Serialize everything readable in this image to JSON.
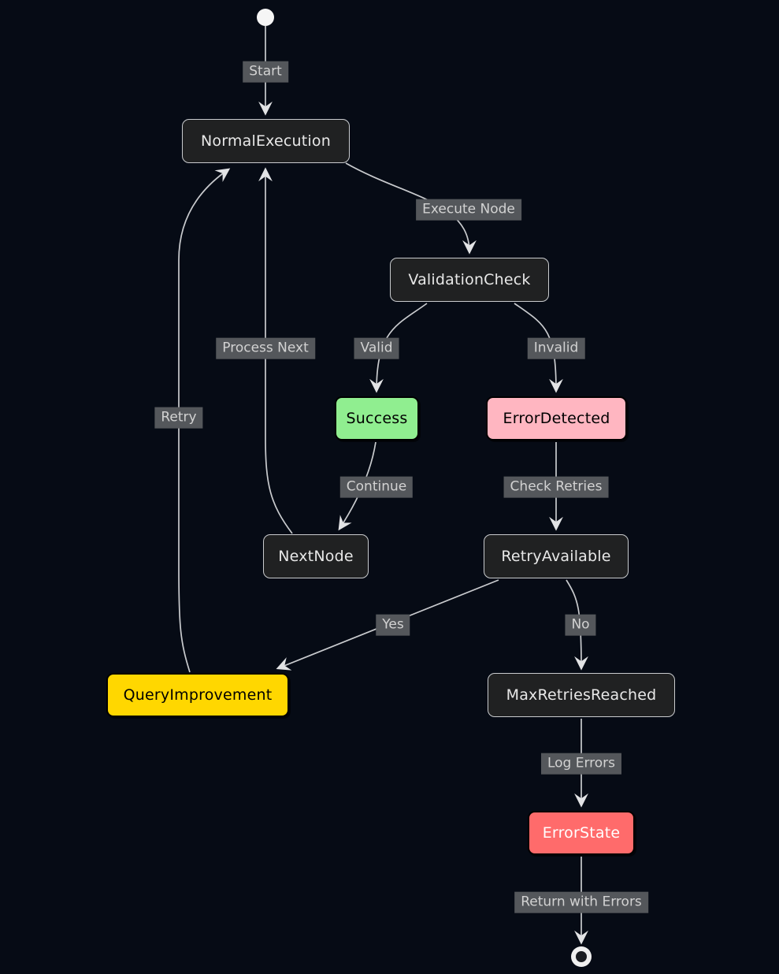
{
  "diagram": {
    "type": "state-flowchart",
    "background_color": "#060b15",
    "edge_color": "#c9cbce",
    "edge_label_style": {
      "background": "#54575b",
      "text_color": "#d2d2d2"
    },
    "terminals": {
      "start_marker": "initial-state-dot",
      "end_marker": "final-state-double-circle",
      "marker_color": "#f2f2f2"
    },
    "nodes": {
      "normal_execution": {
        "label": "NormalExecution",
        "fill": "#202122",
        "border": "#c9cbce",
        "text_color": "#e8e8e8"
      },
      "validation_check": {
        "label": "ValidationCheck",
        "fill": "#202122",
        "border": "#c9cbce",
        "text_color": "#e8e8e8"
      },
      "success": {
        "label": "Success",
        "fill": "#90EE90",
        "border": "#000000",
        "text_color": "#000000"
      },
      "error_detected": {
        "label": "ErrorDetected",
        "fill": "#FFB6C1",
        "border": "#000000",
        "text_color": "#000000"
      },
      "next_node": {
        "label": "NextNode",
        "fill": "#202122",
        "border": "#c9cbce",
        "text_color": "#e8e8e8"
      },
      "retry_available": {
        "label": "RetryAvailable",
        "fill": "#202122",
        "border": "#c9cbce",
        "text_color": "#e8e8e8"
      },
      "query_improvement": {
        "label": "QueryImprovement",
        "fill": "#FFD700",
        "border": "#000000",
        "text_color": "#000000"
      },
      "max_retries_reached": {
        "label": "MaxRetriesReached",
        "fill": "#202122",
        "border": "#c9cbce",
        "text_color": "#e8e8e8"
      },
      "error_state": {
        "label": "ErrorState",
        "fill": "#FF6B6B",
        "border": "#000000",
        "text_color": "#ffffff"
      }
    },
    "edge_labels": {
      "start": "Start",
      "execute_node": "Execute Node",
      "valid": "Valid",
      "invalid": "Invalid",
      "process_next": "Process Next",
      "retry": "Retry",
      "continue": "Continue",
      "check_retries": "Check Retries",
      "yes": "Yes",
      "no": "No",
      "log_errors": "Log Errors",
      "return_with_errors": "Return with Errors"
    },
    "edges": [
      {
        "from": "start",
        "to": "NormalExecution",
        "label": "Start"
      },
      {
        "from": "NormalExecution",
        "to": "ValidationCheck",
        "label": "Execute Node"
      },
      {
        "from": "ValidationCheck",
        "to": "Success",
        "label": "Valid"
      },
      {
        "from": "ValidationCheck",
        "to": "ErrorDetected",
        "label": "Invalid"
      },
      {
        "from": "Success",
        "to": "NextNode",
        "label": "Continue"
      },
      {
        "from": "ErrorDetected",
        "to": "RetryAvailable",
        "label": "Check Retries"
      },
      {
        "from": "NextNode",
        "to": "NormalExecution",
        "label": "Process Next"
      },
      {
        "from": "RetryAvailable",
        "to": "QueryImprovement",
        "label": "Yes"
      },
      {
        "from": "RetryAvailable",
        "to": "MaxRetriesReached",
        "label": "No"
      },
      {
        "from": "QueryImprovement",
        "to": "NormalExecution",
        "label": "Retry"
      },
      {
        "from": "MaxRetriesReached",
        "to": "ErrorState",
        "label": "Log Errors"
      },
      {
        "from": "ErrorState",
        "to": "end",
        "label": "Return with Errors"
      }
    ]
  }
}
